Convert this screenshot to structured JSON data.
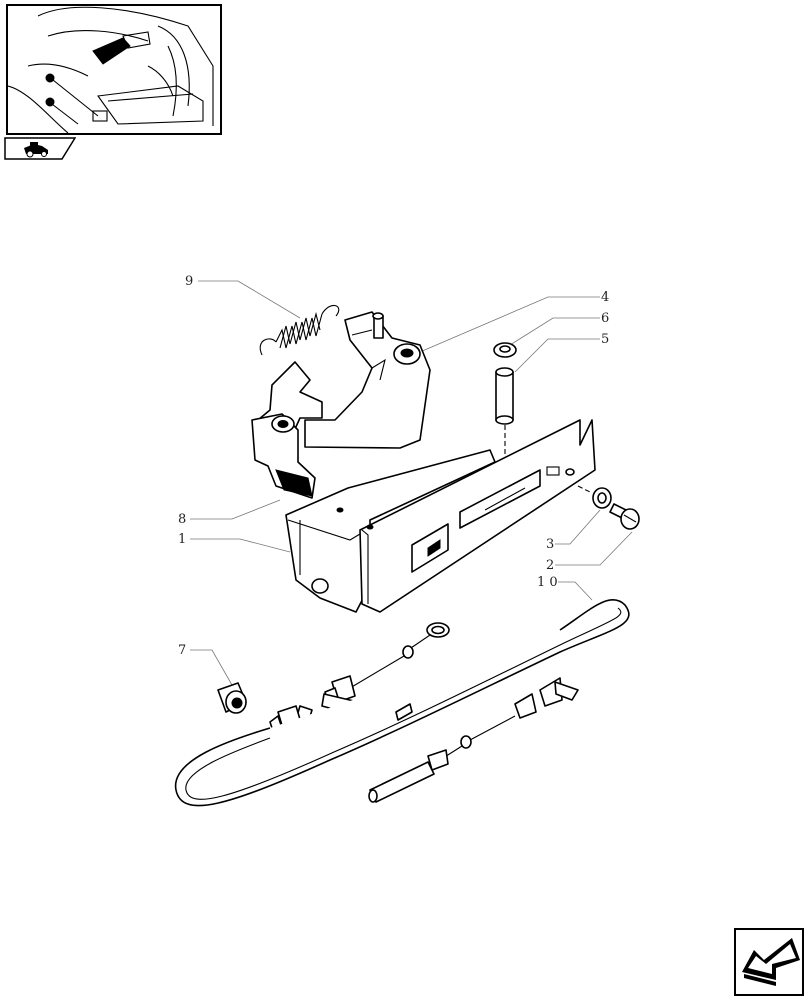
{
  "thumbnail": {
    "icon": "tractor-cab-locator-thumbnail"
  },
  "thumbnail_tab": {
    "icon": "tractor-tab-icon"
  },
  "callouts": [
    {
      "id": "c9",
      "label": "9"
    },
    {
      "id": "c4",
      "label": "4"
    },
    {
      "id": "c6",
      "label": "6"
    },
    {
      "id": "c5",
      "label": "5"
    },
    {
      "id": "c8",
      "label": "8"
    },
    {
      "id": "c1",
      "label": "1"
    },
    {
      "id": "c3",
      "label": "3"
    },
    {
      "id": "c2",
      "label": "2"
    },
    {
      "id": "c10",
      "label": "1 0"
    },
    {
      "id": "c7",
      "label": "7"
    }
  ],
  "nav": {
    "icon": "previous-page-arrow-icon"
  }
}
